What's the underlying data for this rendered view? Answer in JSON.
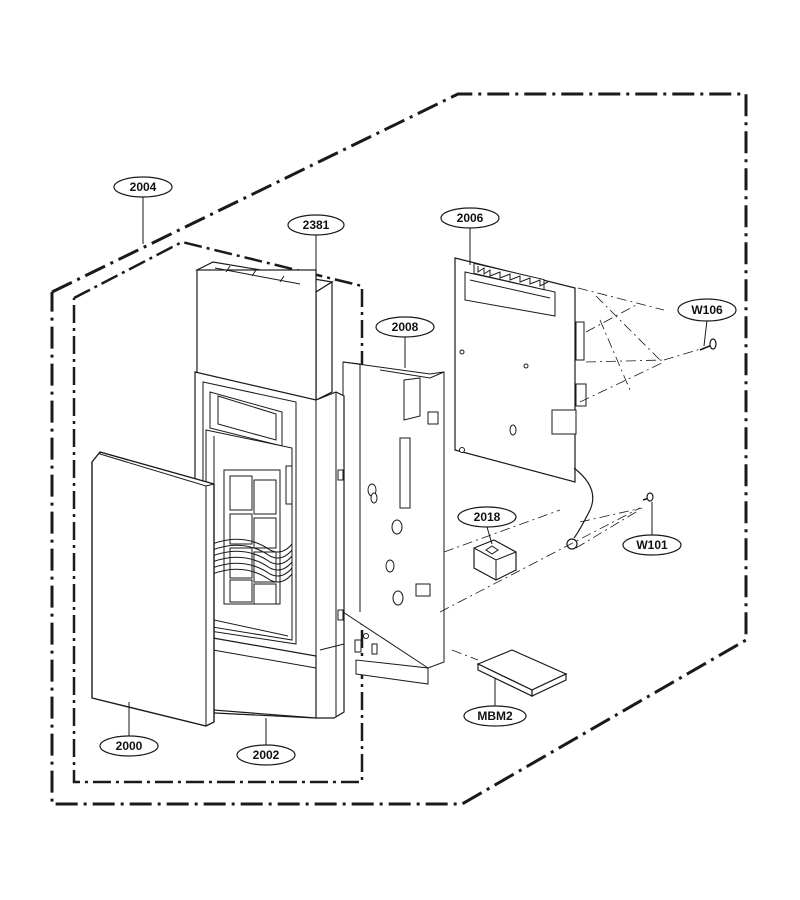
{
  "labels": {
    "assembly": "2004",
    "control_panel_frame": "2381",
    "pcb": "2006",
    "bracket": "2008",
    "screw_upper": "W106",
    "holder": "2018",
    "screw_lower": "W101",
    "manual": "MBM2",
    "film_overlay": "2000",
    "front_panel": "2002"
  }
}
